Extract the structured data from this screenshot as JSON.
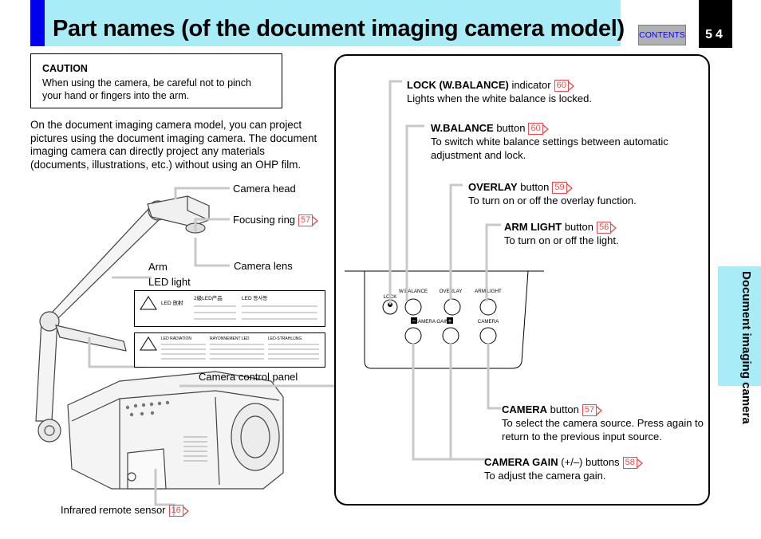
{
  "header": {
    "title": "Part names (of the document imaging camera model)",
    "contents_label": "CONTENTS",
    "page_number": "54"
  },
  "side_tab": {
    "label": "Document imaging camera"
  },
  "caution": {
    "heading": "CAUTION",
    "text": "When using the camera, be careful not to pinch your hand or fingers into the arm."
  },
  "intro": "On the document imaging camera model, you can project pictures using the document imaging camera. The document imaging camera can directly project any materials (documents, illustrations, etc.) without using an OHP film.",
  "left_labels": {
    "camera_head": "Camera head",
    "focusing_ring": "Focusing ring",
    "focusing_ring_ref": "57",
    "arm": "Arm",
    "camera_lens": "Camera lens",
    "led_light": "LED light",
    "camera_control_panel": "Camera control panel",
    "infrared_remote_sensor": "Infrared remote sensor",
    "infrared_remote_sensor_ref": "16"
  },
  "right_items": {
    "lock": {
      "name": "LOCK (W.BALANCE)",
      "suffix": " indicator",
      "ref": "60",
      "desc": "Lights when the white balance is locked."
    },
    "wbalance": {
      "name": "W.BALANCE",
      "suffix": " button",
      "ref": "60",
      "desc": "To switch white balance settings between automatic adjustment and lock."
    },
    "overlay": {
      "name": "OVERLAY",
      "suffix": " button",
      "ref": "59",
      "desc": "To turn on or off the overlay function."
    },
    "arm_light": {
      "name": "ARM LIGHT",
      "suffix": " button",
      "ref": "56",
      "desc": "To turn on or off the light."
    },
    "camera": {
      "name": "CAMERA",
      "suffix": " button",
      "ref": "57",
      "desc": "To select the camera source. Press again to return to the previous input source."
    },
    "camera_gain": {
      "name": "CAMERA GAIN",
      "suffix": " (+/–) buttons",
      "ref": "58",
      "desc": "To adjust the camera gain."
    }
  },
  "panel_labels": {
    "lock": "LOCK",
    "wbalance": "W.BALANCE",
    "overlay": "OVERLAY",
    "arm_light": "ARM LIGHT",
    "camera_gain": "CAMERA GAIN",
    "camera": "CAMERA",
    "minus": "−",
    "plus": "+"
  },
  "warning_labels": {
    "label1_lines": [
      "LED 放射",
      "2級LED产品",
      "LED 등사등"
    ],
    "label2_lines": [
      "LED RADIATION",
      "RAYONNEMENT LED",
      "LED-STRAHLUNG"
    ]
  },
  "colors": {
    "title_band": "#a8ecf8",
    "title_accent": "#0000ee",
    "ref_border": "#e05050",
    "contents_text": "#0000ff"
  }
}
